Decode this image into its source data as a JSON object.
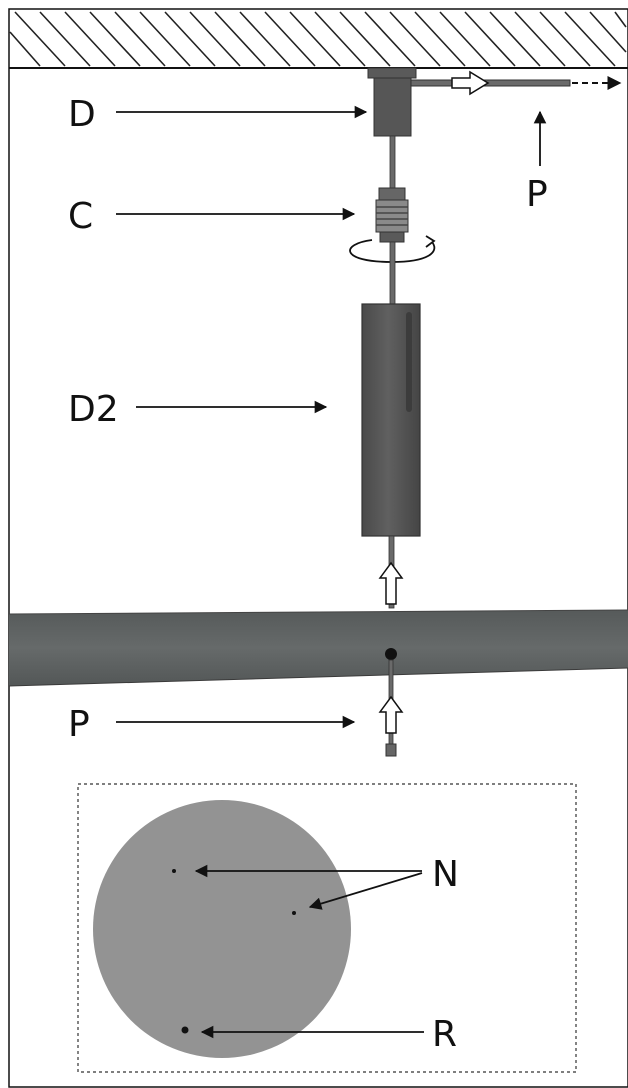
{
  "labels": {
    "d": "D",
    "c": "C",
    "p_top": "P",
    "d2": "D2",
    "p_bottom": "P",
    "n": "N",
    "r": "R"
  },
  "colors": {
    "line": "#111111",
    "component": "#555555",
    "disk": "#5e6262",
    "circle": "#939393",
    "hatch": "#222222"
  }
}
